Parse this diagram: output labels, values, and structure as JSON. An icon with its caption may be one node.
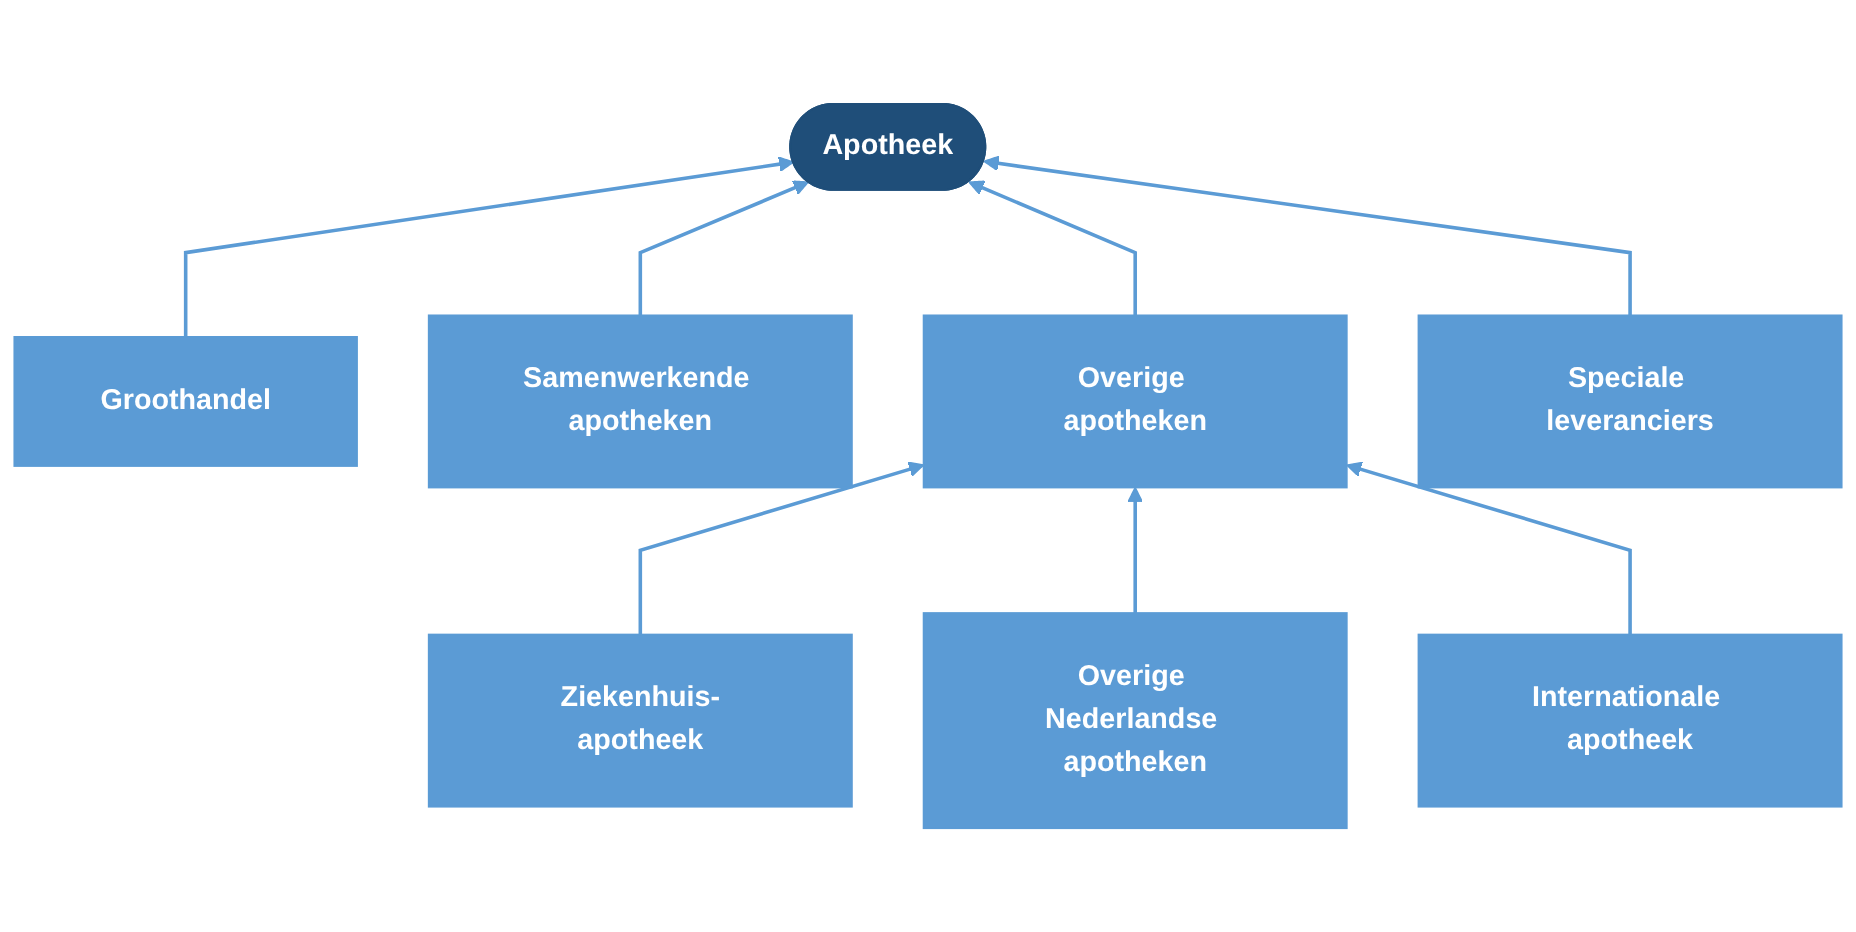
{
  "diagram": {
    "nodes": [
      {
        "text": [
          "Apotheek"
        ]
      },
      {
        "text": [
          "Groothandel"
        ]
      },
      {
        "text": [
          "Samenwerkende apotheken"
        ]
      },
      {
        "text": [
          "Overige apotheken"
        ]
      },
      {
        "text": [
          "Speciale leveranciers"
        ]
      },
      {
        "text": [
          "Ziekenhuis-apotheek"
        ]
      },
      {
        "text": [
          "Overige Nederlandse apotheken"
        ]
      },
      {
        "text": [
          "Internationale apotheek"
        ]
      }
    ],
    "edges": [
      {
        "from": 1,
        "to": 0,
        "arrow": "to"
      },
      {
        "from": 2,
        "to": 0,
        "arrow": "to"
      },
      {
        "from": 3,
        "to": 0,
        "arrow": "to"
      },
      {
        "from": 4,
        "to": 0,
        "arrow": "to"
      },
      {
        "from": 5,
        "to": 3,
        "arrow": "to"
      },
      {
        "from": 6,
        "to": 3,
        "arrow": "to"
      },
      {
        "from": 7,
        "to": 3,
        "arrow": "to"
      }
    ]
  }
}
